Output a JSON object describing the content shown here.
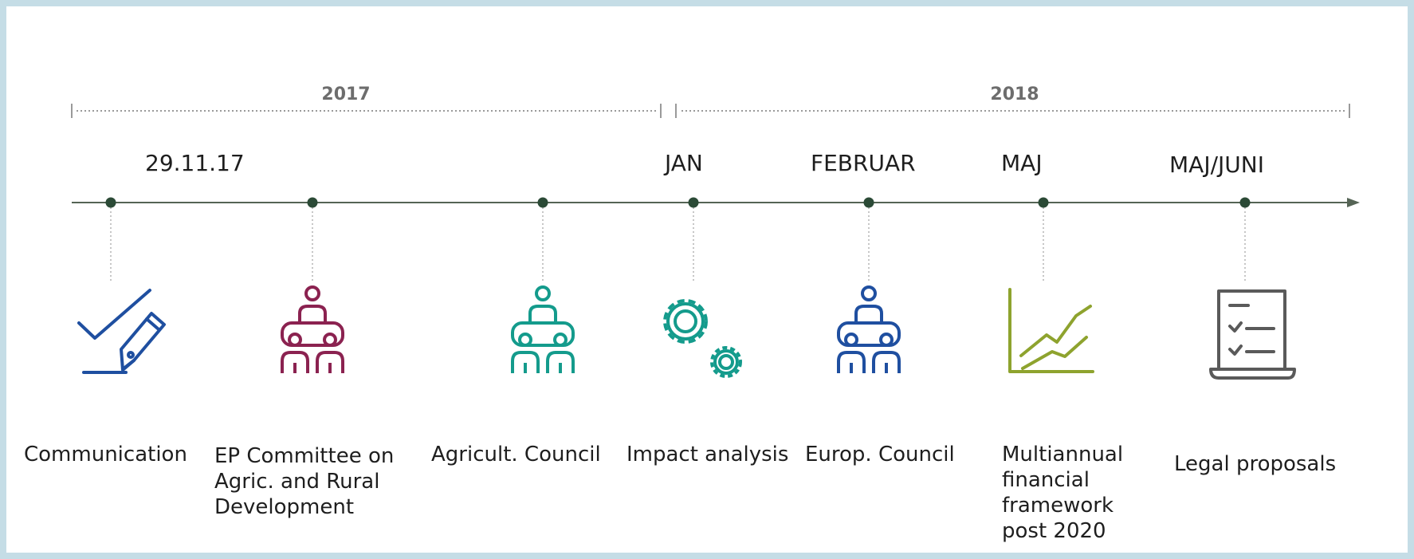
{
  "years": [
    {
      "label": "2017"
    },
    {
      "label": "2018"
    }
  ],
  "events": [
    {
      "period": "29.11.17",
      "label": "Communication",
      "icon": "pen-check-icon",
      "color": "#1f4fa0"
    },
    {
      "period": "",
      "label": "EP Committee on Agric. and Rural Development",
      "icon": "meeting-icon",
      "color": "#8b2250"
    },
    {
      "period": "",
      "label": "Agricult. Council",
      "icon": "meeting-icon",
      "color": "#149b8c"
    },
    {
      "period": "JAN",
      "label": "Impact analysis",
      "icon": "gears-icon",
      "color": "#149b8c"
    },
    {
      "period": "FEBRUAR",
      "label": "Europ. Council",
      "icon": "meeting-icon",
      "color": "#1f4fa0"
    },
    {
      "period": "MAJ",
      "label": "Multiannual financial framework post 2020",
      "icon": "line-chart-icon",
      "color": "#8ea32e"
    },
    {
      "period": "MAJ/JUNI",
      "label": "Legal proposals",
      "icon": "document-checklist-icon",
      "color": "#5a5a5a"
    }
  ],
  "colors": {
    "timeline": "#556455",
    "dot": "#2b4a36",
    "connector": "#b3b3b3",
    "bracket": "#9a9a9a"
  }
}
